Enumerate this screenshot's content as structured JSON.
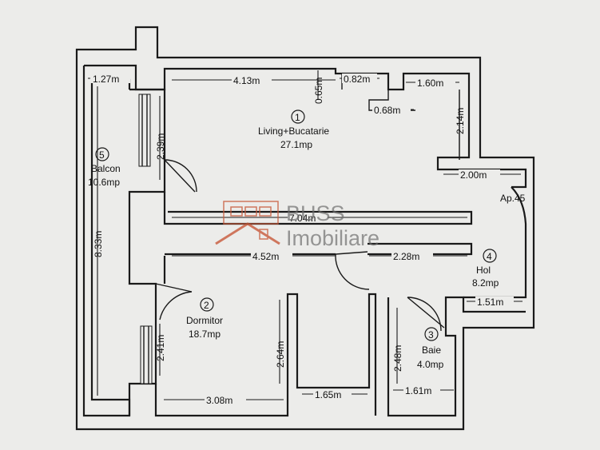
{
  "rooms": [
    {
      "number": "1",
      "name": "Living+Bucatarie",
      "area": "27.1mp"
    },
    {
      "number": "2",
      "name": "Dormitor",
      "area": "18.7mp"
    },
    {
      "number": "3",
      "name": "Baie",
      "area": "4.0mp"
    },
    {
      "number": "4",
      "name": "Hol",
      "area": "8.2mp"
    },
    {
      "number": "5",
      "name": "Balcon",
      "area": "10.6mp"
    }
  ],
  "apartment_label": "Ap.45",
  "dimensions": {
    "d_127": "1.27m",
    "d_413": "4.13m",
    "d_065": "0.65m",
    "d_082": "0.82m",
    "d_160": "1.60m",
    "d_068": "0.68m",
    "d_214": "2.14m",
    "d_200": "2.00m",
    "d_239": "2.39m",
    "d_833": "8.33m",
    "d_704": "7.04m",
    "d_452": "4.52m",
    "d_228": "2.28m",
    "d_151": "1.51m",
    "d_241": "2.41m",
    "d_264": "2.64m",
    "d_248": "2.48m",
    "d_308": "3.08m",
    "d_165": "1.65m",
    "d_161": "1.61m"
  },
  "watermark": {
    "line1": "BUSS",
    "line2": "Imobiliare",
    "color": "#c8593a"
  }
}
